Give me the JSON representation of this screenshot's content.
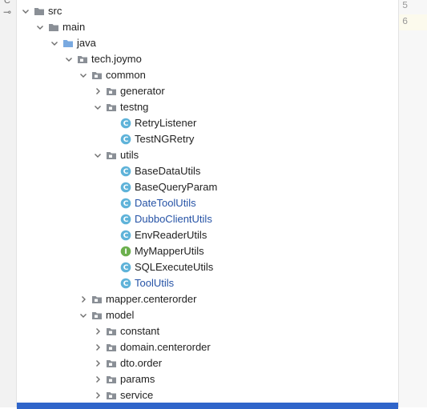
{
  "sidebar": {
    "strip_icons": [
      "structure-icon",
      "commit-icon"
    ]
  },
  "tree": {
    "rows": [
      {
        "label": "src",
        "kind": "folder",
        "expanded": true
      },
      {
        "label": "main",
        "kind": "folder",
        "expanded": true
      },
      {
        "label": "java",
        "kind": "source-folder",
        "expanded": true
      },
      {
        "label": "tech.joymo",
        "kind": "package",
        "expanded": true
      },
      {
        "label": "common",
        "kind": "package",
        "expanded": true
      },
      {
        "label": "generator",
        "kind": "package",
        "expanded": false
      },
      {
        "label": "testng",
        "kind": "package",
        "expanded": true
      },
      {
        "label": "RetryListener",
        "kind": "class"
      },
      {
        "label": "TestNGRetry",
        "kind": "class"
      },
      {
        "label": "utils",
        "kind": "package",
        "expanded": true
      },
      {
        "label": "BaseDataUtils",
        "kind": "class"
      },
      {
        "label": "BaseQueryParam",
        "kind": "class"
      },
      {
        "label": "DateToolUtils",
        "kind": "class",
        "modified": true
      },
      {
        "label": "DubboClientUtils",
        "kind": "class",
        "modified": true
      },
      {
        "label": "EnvReaderUtils",
        "kind": "class"
      },
      {
        "label": "MyMapperUtils",
        "kind": "interface"
      },
      {
        "label": "SQLExecuteUtils",
        "kind": "class"
      },
      {
        "label": "ToolUtils",
        "kind": "class",
        "modified": true
      },
      {
        "label": "mapper.centerorder",
        "kind": "package",
        "expanded": false
      },
      {
        "label": "model",
        "kind": "package",
        "expanded": true
      },
      {
        "label": "constant",
        "kind": "package",
        "expanded": false
      },
      {
        "label": "domain.centerorder",
        "kind": "package",
        "expanded": false
      },
      {
        "label": "dto.order",
        "kind": "package",
        "expanded": false
      },
      {
        "label": "params",
        "kind": "package",
        "expanded": false
      },
      {
        "label": "service",
        "kind": "package",
        "expanded": false
      }
    ]
  },
  "gutter": {
    "line_numbers": [
      "5",
      "6"
    ]
  },
  "colors": {
    "class_icon": "#5fb3d9",
    "interface_icon": "#6cb04e",
    "folder": "#8a8f96",
    "source_folder": "#79a9e0",
    "modified_text": "#2653a6",
    "selection": "#2f65ca"
  }
}
